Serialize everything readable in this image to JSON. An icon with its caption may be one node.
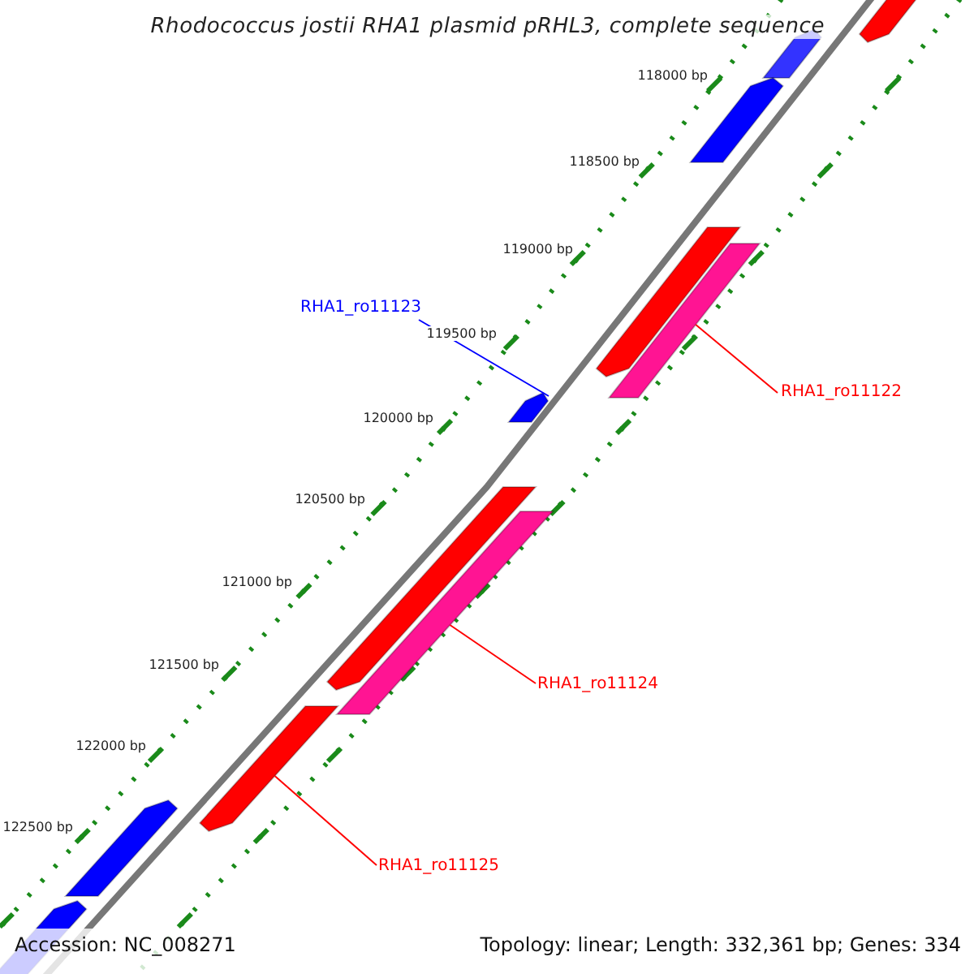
{
  "diagram": {
    "title": "Rhodococcus jostii RHA1 plasmid pRHL3, complete sequence",
    "nodes": [
      {
        "text": [],
        "shape": "arrow"
      },
      {
        "text": [],
        "shape": "arrow"
      },
      {
        "text": [],
        "shape": "arrow"
      },
      {
        "text": [
          "RHA1_ro11123"
        ]
      },
      {
        "text": [],
        "shape": "arrow"
      },
      {
        "text": [],
        "shape": "bar"
      },
      {
        "text": [
          "RHA1_ro11122"
        ]
      },
      {
        "text": [],
        "shape": "arrow"
      },
      {
        "text": [],
        "shape": "arrow"
      },
      {
        "text": [],
        "shape": "bar"
      },
      {
        "text": [
          "RHA1_ro11124"
        ]
      },
      {
        "text": [],
        "shape": "arrow"
      },
      {
        "text": [],
        "shape": "arrow"
      },
      {
        "text": [
          "RHA1_ro11125"
        ]
      },
      {
        "text": [],
        "shape": "arrow"
      }
    ],
    "edges": [
      {
        "from": 3,
        "to": 7,
        "arrow": "none",
        "color": "#0000ff"
      },
      {
        "from": 6,
        "to": 5,
        "arrow": "none"
      },
      {
        "from": 10,
        "to": 9,
        "arrow": "none"
      },
      {
        "from": 13,
        "to": 11,
        "arrow": "none"
      }
    ],
    "labels": [
      "118000 bp",
      "118500 bp",
      "119000 bp",
      "119500 bp",
      "120000 bp",
      "120500 bp",
      "121000 bp",
      "121500 bp",
      "122000 bp",
      "122500 bp",
      "Accession: NC_008271",
      "Topology: linear; Length: 332,361 bp; Genes: 334"
    ]
  }
}
